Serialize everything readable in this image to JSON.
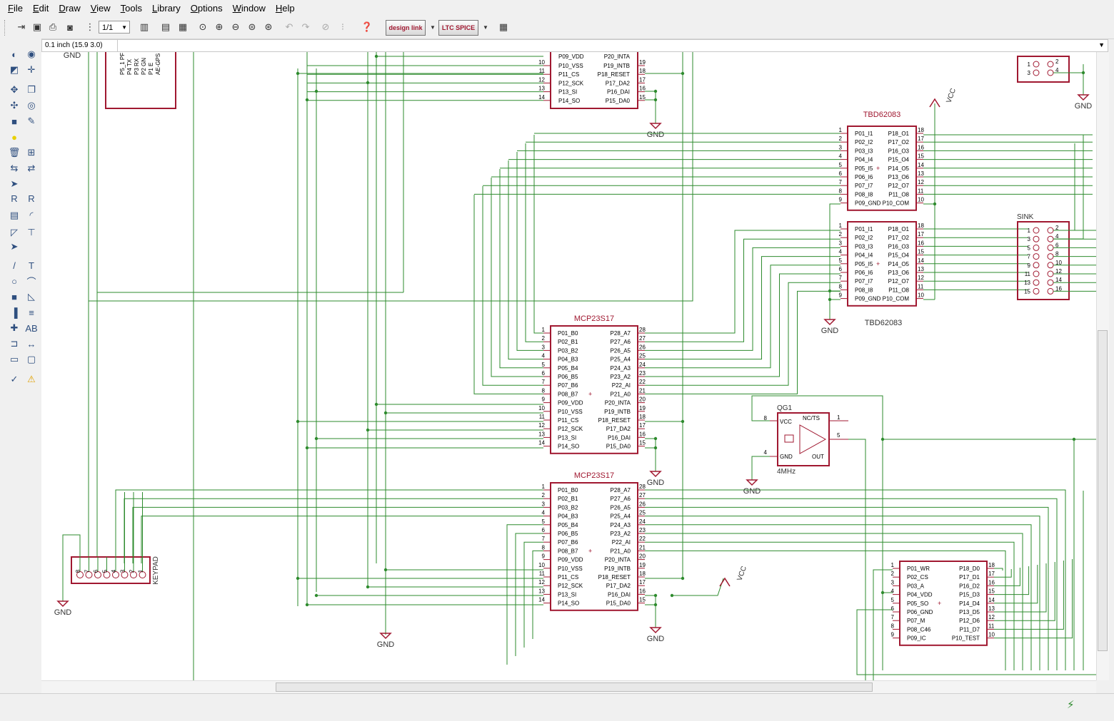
{
  "menu": [
    "File",
    "Edit",
    "Draw",
    "View",
    "Tools",
    "Library",
    "Options",
    "Window",
    "Help"
  ],
  "toolbar": {
    "zoom_value": "1/1",
    "designlink_label": "design link",
    "ltspice_label": "LTC SPICE"
  },
  "command": {
    "coordinate": "0.1 inch (15.9 3.0)",
    "input_value": ""
  },
  "colors": {
    "wire": "#2e8b2e",
    "part": "#a01830",
    "canvas": "#ffffff"
  },
  "schematic": {
    "top_label_gnd": "GND",
    "partial_labels": [
      "P5_1 PF",
      "P4 TX",
      "P3 RX",
      "P2 GN",
      "P1 E",
      "AE-GPS"
    ],
    "mcp_top_partial": {
      "left_pins": [
        [
          "10",
          "P10_VSS"
        ],
        [
          "11",
          "P11_CS"
        ],
        [
          "12",
          "P12_SCK"
        ],
        [
          "13",
          "P13_SI"
        ],
        [
          "14",
          "P14_SO"
        ]
      ],
      "right_pins": [
        [
          "19",
          "P19_INTB"
        ],
        [
          "18",
          "P18_RESET"
        ],
        [
          "17",
          "P17_DA2"
        ],
        [
          "16",
          "P16_DAI"
        ],
        [
          "15",
          "P15_DA0"
        ]
      ],
      "first_row": [
        "P09_VDD",
        "P20_INTA"
      ],
      "gnd": "GND"
    },
    "mcp2": {
      "name": "MCP23S17",
      "left_pins": [
        [
          "1",
          "P01_B0"
        ],
        [
          "2",
          "P02_B1"
        ],
        [
          "3",
          "P03_B2"
        ],
        [
          "4",
          "P04_B3"
        ],
        [
          "5",
          "P05_B4"
        ],
        [
          "6",
          "P06_B5"
        ],
        [
          "7",
          "P07_B6"
        ],
        [
          "8",
          "P08_B7"
        ],
        [
          "9",
          "P09_VDD"
        ],
        [
          "10",
          "P10_VSS"
        ],
        [
          "11",
          "P11_CS"
        ],
        [
          "12",
          "P12_SCK"
        ],
        [
          "13",
          "P13_SI"
        ],
        [
          "14",
          "P14_SO"
        ]
      ],
      "right_pins": [
        [
          "28",
          "P28_A7"
        ],
        [
          "27",
          "P27_A6"
        ],
        [
          "26",
          "P26_A5"
        ],
        [
          "25",
          "P25_A4"
        ],
        [
          "24",
          "P24_A3"
        ],
        [
          "23",
          "P23_A2"
        ],
        [
          "22",
          "P22_AI"
        ],
        [
          "21",
          "P21_A0"
        ],
        [
          "20",
          "P20_INTA"
        ],
        [
          "19",
          "P19_INTB"
        ],
        [
          "18",
          "P18_RESET"
        ],
        [
          "17",
          "P17_DA2"
        ],
        [
          "16",
          "P16_DAI"
        ],
        [
          "15",
          "P15_DA0"
        ]
      ],
      "gnd": "GND"
    },
    "mcp3": {
      "name": "MCP23S17",
      "gnd": "GND"
    },
    "tbd1": {
      "name": "TBD62083",
      "left_pins": [
        [
          "1",
          "P01_I1"
        ],
        [
          "2",
          "P02_I2"
        ],
        [
          "3",
          "P03_I3"
        ],
        [
          "4",
          "P04_I4"
        ],
        [
          "5",
          "P05_I5"
        ],
        [
          "6",
          "P06_I6"
        ],
        [
          "7",
          "P07_I7"
        ],
        [
          "8",
          "P08_I8"
        ],
        [
          "9",
          "P09_GND"
        ]
      ],
      "right_pins": [
        [
          "18",
          "P18_O1"
        ],
        [
          "17",
          "P17_O2"
        ],
        [
          "16",
          "P16_O3"
        ],
        [
          "15",
          "P15_O4"
        ],
        [
          "14",
          "P14_O5"
        ],
        [
          "13",
          "P13_O6"
        ],
        [
          "12",
          "P12_O7"
        ],
        [
          "11",
          "P11_O8"
        ],
        [
          "10",
          "P10_COM"
        ]
      ]
    },
    "tbd2": {
      "name": "TBD62083",
      "gnd": "GND"
    },
    "vcc_label": "VCC",
    "sink": {
      "name": "SINK",
      "odd": [
        "1",
        "3",
        "5",
        "7",
        "9",
        "11",
        "13",
        "15"
      ],
      "even": [
        "2",
        "4",
        "6",
        "8",
        "10",
        "12",
        "14",
        "16"
      ]
    },
    "header_top": {
      "odd": [
        "1",
        "3"
      ],
      "even": [
        "2",
        "4"
      ],
      "gnd": "GND"
    },
    "osc": {
      "name": "QG1",
      "value": "4MHz",
      "pin_vcc": "VCC",
      "pin_gnd": "GND",
      "pin_nc": "NC/TS",
      "pin_out": "OUT",
      "pins": [
        "8",
        "4",
        "1",
        "5"
      ],
      "gnd": "GND"
    },
    "keypad": {
      "name": "KEYPAD",
      "pins": [
        "8",
        "7",
        "6",
        "5",
        "4",
        "3",
        "2",
        "1"
      ],
      "gnd": "GND"
    },
    "vcc2_label": "VCC",
    "gnd_mid": "GND",
    "lcd": {
      "left_pins": [
        [
          "1",
          "P01_WR"
        ],
        [
          "2",
          "P02_CS"
        ],
        [
          "3",
          "P03_A"
        ],
        [
          "4",
          "P04_VDD"
        ],
        [
          "5",
          "P05_SO"
        ],
        [
          "6",
          "P06_GND"
        ],
        [
          "7",
          "P07_M"
        ],
        [
          "8",
          "P08_C46"
        ],
        [
          "9",
          "P09_IC"
        ]
      ],
      "right_pins": [
        [
          "18",
          "P18_D0"
        ],
        [
          "17",
          "P17_D1"
        ],
        [
          "16",
          "P16_D2"
        ],
        [
          "15",
          "P15_D3"
        ],
        [
          "14",
          "P14_D4"
        ],
        [
          "13",
          "P13_D5"
        ],
        [
          "12",
          "P12_D6"
        ],
        [
          "11",
          "P11_D7"
        ],
        [
          "10",
          "P10_TEST"
        ]
      ]
    }
  }
}
